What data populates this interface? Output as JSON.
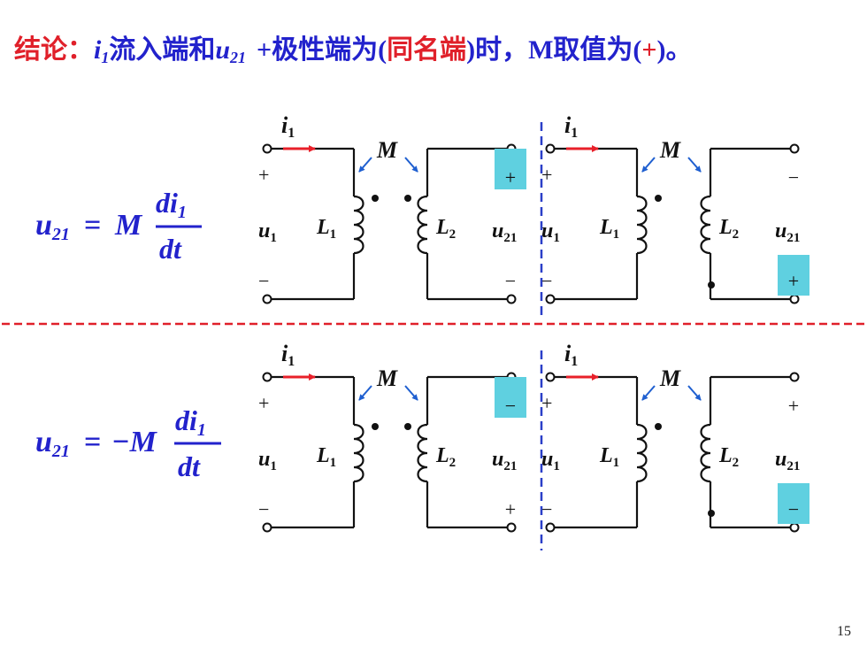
{
  "title": {
    "prefix": "结论：",
    "i1": "i",
    "i1_sub": "1",
    "mid1": "流入端和",
    "u21": "u",
    "u21_sub": "21",
    "mid2": "+极性端为(",
    "same_name": "同名端",
    "mid3": ")时，M取值为(",
    "sign": "+",
    "end": ")。"
  },
  "colors": {
    "red": "#e0202a",
    "blue": "#2222cc",
    "arrow_red": "#e8202a",
    "arrow_blue": "#1f5fd0",
    "highlight": "#5fd0e0",
    "divider_red": "#e0202a",
    "divider_blue": "#2a3fc8"
  },
  "formulas": {
    "top": {
      "lhs": "u",
      "lhs_sub": "21",
      "eq": "=",
      "coef": "M",
      "num": "di",
      "num_sub": "1",
      "den": "dt"
    },
    "bottom": {
      "lhs": "u",
      "lhs_sub": "21",
      "eq": "=",
      "coef": "−M",
      "num": "di",
      "num_sub": "1",
      "den": "dt"
    }
  },
  "circuit_labels": {
    "current": "i",
    "current_sub": "1",
    "mutual": "M",
    "u1": "u",
    "u1_sub": "1",
    "L1": "L",
    "L1_sub": "1",
    "L2": "L",
    "L2_sub": "2",
    "u21": "u",
    "u21_sub": "21",
    "plus": "+",
    "minus": "−"
  },
  "circuits": [
    {
      "id": "top-left",
      "u21_top_sign": "+",
      "u21_bottom_sign": "−",
      "highlight": "top",
      "dot2": "top"
    },
    {
      "id": "top-right",
      "u21_top_sign": "−",
      "u21_bottom_sign": "+",
      "highlight": "bottom",
      "dot2": "bottom"
    },
    {
      "id": "bottom-left",
      "u21_top_sign": "−",
      "u21_bottom_sign": "+",
      "highlight": "top",
      "dot2": "top"
    },
    {
      "id": "bottom-right",
      "u21_top_sign": "+",
      "u21_bottom_sign": "−",
      "highlight": "bottom",
      "dot2": "bottom"
    }
  ],
  "page_number": "15"
}
